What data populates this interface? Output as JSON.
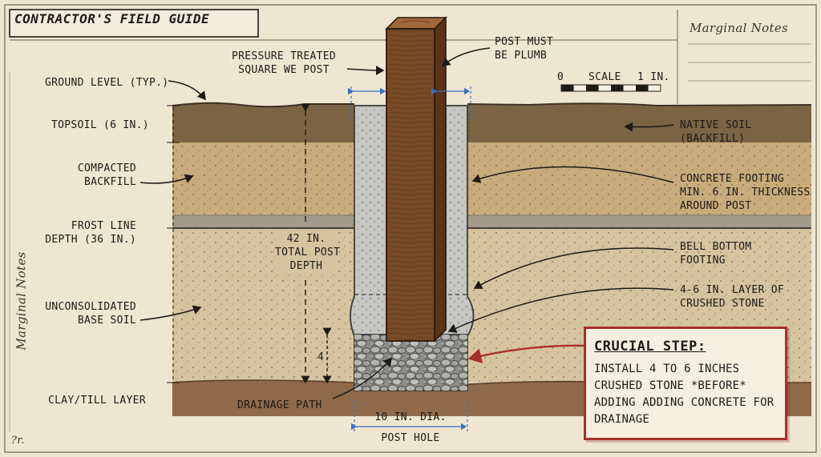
{
  "title": "CONTRACTOR'S FIELD GUIDE",
  "marginal_notes": {
    "top": "Marginal Notes",
    "side": "Marginal Notes",
    "corner": "?r."
  },
  "scale": {
    "start": "0",
    "label": "SCALE",
    "end": "1 in."
  },
  "left_labels": {
    "ground_level": "GROUND LEVEL (TYP.)",
    "topsoil": "TOPSOIL (6 in.)",
    "compacted_backfill": "COMPACTED\nBACKFILL",
    "frost_line": "FROST LINE\nDEPTH (36 in.)",
    "unconsolidated": "UNCONSOLIDATED\nBASE SOIL",
    "clay_till": "CLAY/TILL LAYER"
  },
  "top_labels": {
    "post_type": "PRESSURE TREATED\nSQUARE WE POST",
    "plumb": "POST MUST\nBE PLUMB"
  },
  "right_labels": {
    "native_soil": "NATIVE SOIL\n(BACKFILL)",
    "concrete_footing": "CONCRETE FOOTING\nMIN. 6 in. THICKNESS\nAROUND POST",
    "bell_bottom": "BELL BOTTOM\nFOOTING",
    "crushed_stone": "4-6 in. LAYER OF\nCRUSHED STONE"
  },
  "dimensions": {
    "total_depth": "42 in.\nTOTAL POST\nDEPTH",
    "stone_depth": "4",
    "hole_dia": "10 in. DIA.",
    "hole_label": "POST HOLE"
  },
  "drainage_label": "DRAINAGE PATH",
  "callout": {
    "title": "CRUCIAL STEP:",
    "body": "INSTALL 4 TO 6 INCHES CRUSHED STONE *BEFORE* ADDING ADDING CONCRETE FOR DRAINAGE"
  },
  "colors": {
    "paper": "#efe6d2",
    "topsoil": "#7a6444",
    "backfill": "#c9ab7c",
    "base_soil": "#d6c4a0",
    "clay": "#8f6a4a",
    "concrete": "#c6c6c2",
    "wood": "#7a4a26",
    "stone": "#9a9a98",
    "accent_red": "#a8302a",
    "dimension_blue": "#3b6fc2"
  }
}
